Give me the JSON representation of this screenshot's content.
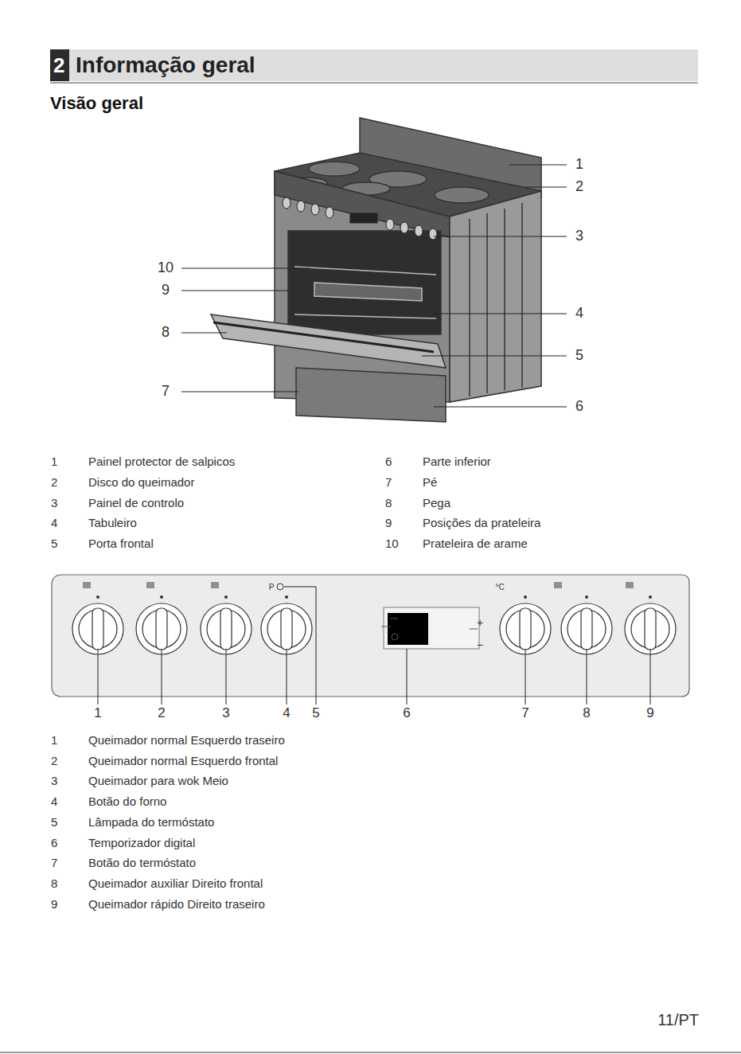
{
  "diagram": {
    "title": "Visão geral",
    "nodes": [
      {
        "text": [
          "Informação geral"
        ]
      },
      {
        "text": [
          "2"
        ],
        "in": 0
      }
    ],
    "labels": [
      "1",
      "2",
      "3",
      "4",
      "5",
      "6",
      "10",
      "9",
      "8",
      "7",
      "1",
      "Painel protector de salpicos",
      "2",
      "Disco do queimador",
      "3",
      "Painel de controlo",
      "4",
      "Tabuleiro",
      "5",
      "Porta frontal",
      "6",
      "Parte inferior",
      "7",
      "Pé",
      "8",
      "Pega",
      "9",
      "Posições da prateleira",
      "10",
      "Prateleira de arame",
      "P",
      "°C",
      "+",
      "−",
      "1",
      "2",
      "3",
      "4",
      "5",
      "6",
      "7",
      "8",
      "9",
      "1",
      "Queimador normal Esquerdo traseiro",
      "2",
      "Queimador normal Esquerdo frontal",
      "3",
      "Queimador para wok Meio",
      "4",
      "Botão do forno",
      "5",
      "Lâmpada do termóstato",
      "6",
      "Temporizador digital",
      "7",
      "Botão do termóstato",
      "8",
      "Queimador auxiliar Direito frontal",
      "9",
      "Queimador rápido Direito traseiro",
      "11/PT"
    ]
  }
}
